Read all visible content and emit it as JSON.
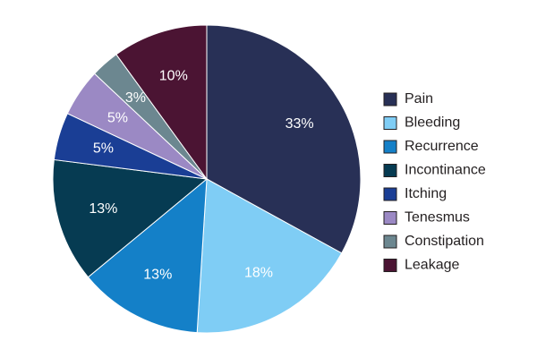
{
  "chart_data": {
    "type": "pie",
    "title": "",
    "legend_position": "right",
    "slices": [
      {
        "label": "Pain",
        "value": 33,
        "value_label": "33%",
        "color": "#283056"
      },
      {
        "label": "Bleeding",
        "value": 18,
        "value_label": "18%",
        "color": "#7fcdf5"
      },
      {
        "label": "Recurrence",
        "value": 13,
        "value_label": "13%",
        "color": "#1480c8"
      },
      {
        "label": "Incontinance",
        "value": 13,
        "value_label": "13%",
        "color": "#063b52"
      },
      {
        "label": "Itching",
        "value": 5,
        "value_label": "5%",
        "color": "#1a3e95"
      },
      {
        "label": "Tenesmus",
        "value": 5,
        "value_label": "5%",
        "color": "#9b89c4"
      },
      {
        "label": "Constipation",
        "value": 3,
        "value_label": "3%",
        "color": "#6c8790"
      },
      {
        "label": "Leakage",
        "value": 10,
        "value_label": "10%",
        "color": "#4b1433"
      }
    ]
  }
}
